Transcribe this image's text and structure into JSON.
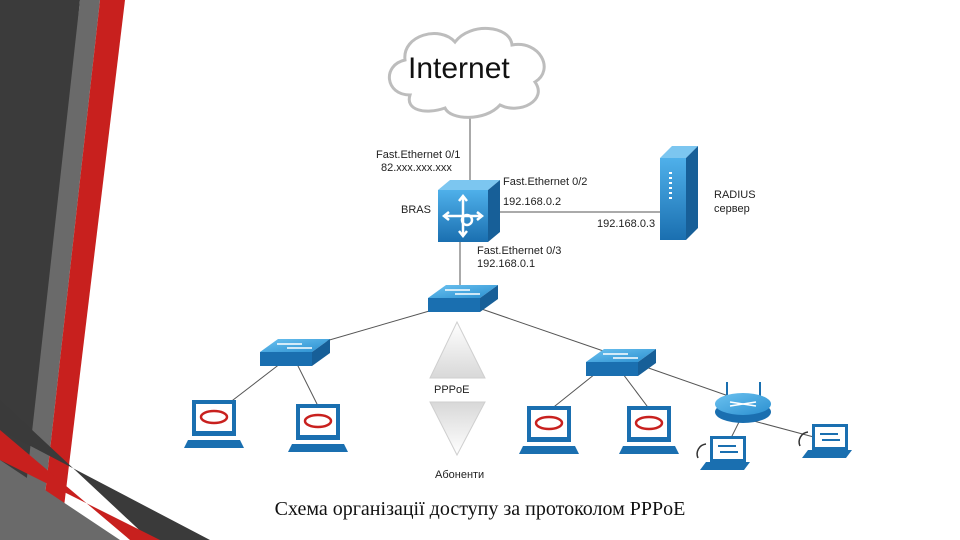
{
  "cloud": {
    "label": "Internet"
  },
  "bras": {
    "name": "BRAS",
    "port1": "Fast.Ethernet 0/1",
    "port1_ip": "82.xxx.xxx.xxx",
    "port2": "Fast.Ethernet 0/2",
    "port2_ip": "192.168.0.2",
    "port3": "Fast.Ethernet 0/3",
    "port3_ip": "192.168.0.1"
  },
  "radius": {
    "name": "RADIUS",
    "role": "сервер",
    "ip": "192.168.0.3"
  },
  "pppoe": {
    "label": "PPPoE",
    "subscribers": "Абоненти"
  },
  "caption": "Схема організації доступу за протоколом PPPoE",
  "colors": {
    "device_blue": "#1f7fc4",
    "device_light": "#56b3e8",
    "slide_red": "#c8201e",
    "slide_gray": "#555555"
  }
}
